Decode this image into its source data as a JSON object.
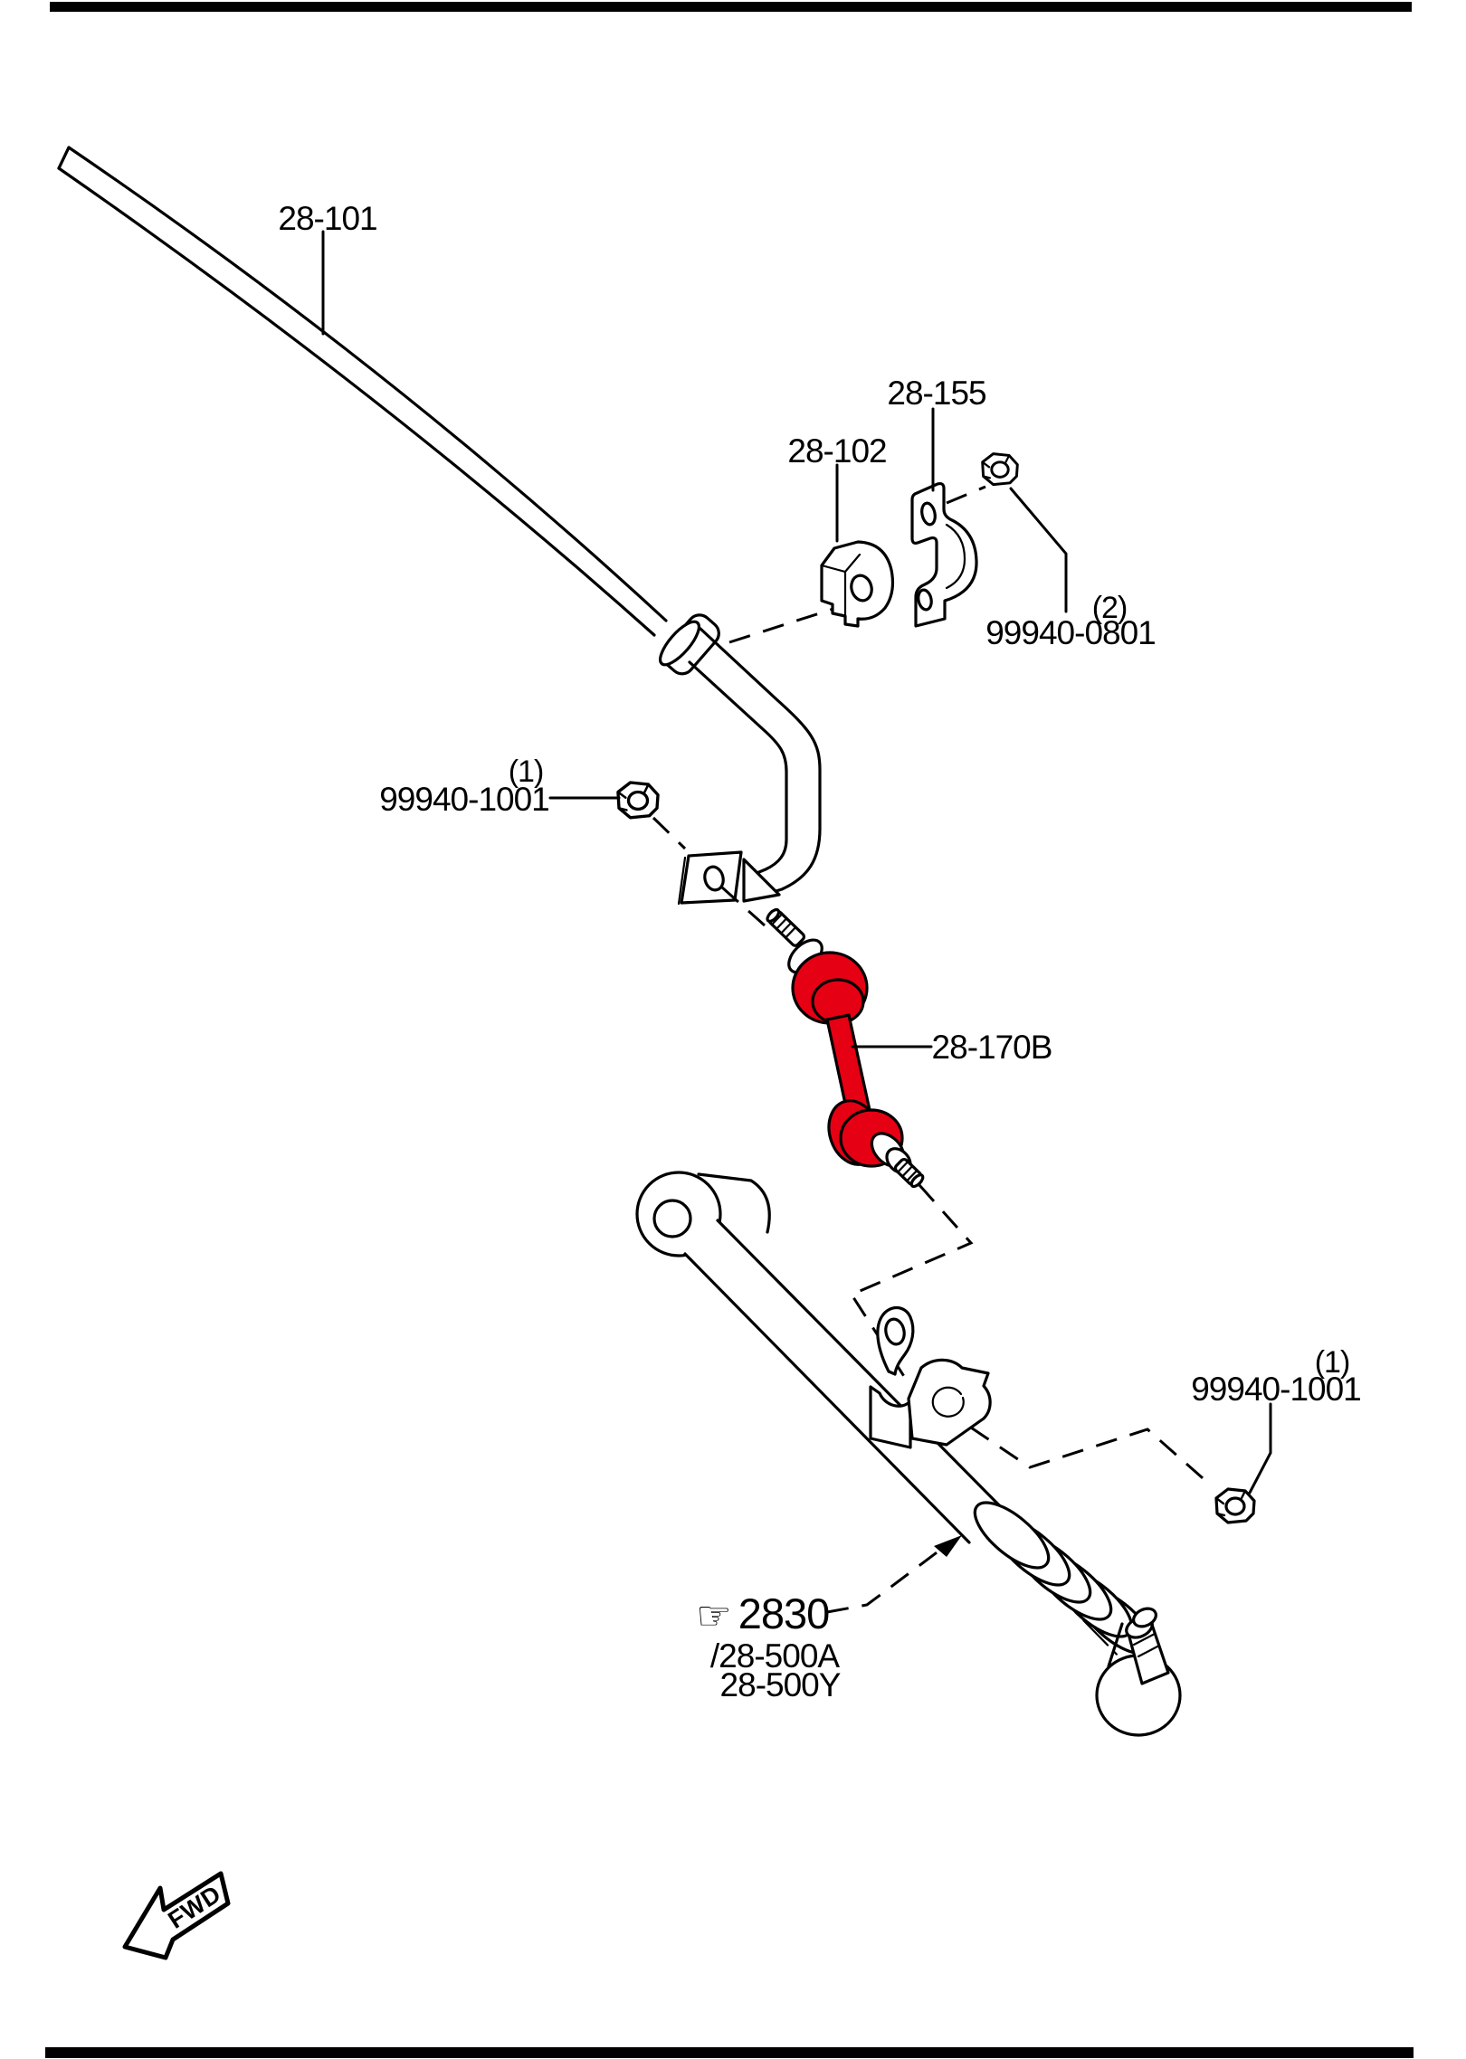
{
  "colors": {
    "ink": "#000000",
    "paper": "#ffffff",
    "highlight_red": "#e60014"
  },
  "diagram": {
    "type": "exploded parts diagram (suspension stabilizer bar and link)",
    "direction_indicator": {
      "label": "FWD"
    },
    "reference_pointer_glyph": "☞",
    "labels": {
      "stabilizer_bar": {
        "text": "28-101"
      },
      "bushing": {
        "text": "28-102"
      },
      "bracket_clamp": {
        "text": "28-155"
      },
      "clamp_nut": {
        "qty": "(2)",
        "text": "99940-0801"
      },
      "stay_nut": {
        "qty": "(1)",
        "text": "99940-1001"
      },
      "stabilizer_link": {
        "text": "28-170B"
      },
      "link_nut": {
        "qty": "(1)",
        "text": "99940-1001"
      },
      "cross_reference": {
        "code": "2830",
        "alt_a": "/28-500A",
        "alt_b": "28-500Y"
      }
    }
  }
}
